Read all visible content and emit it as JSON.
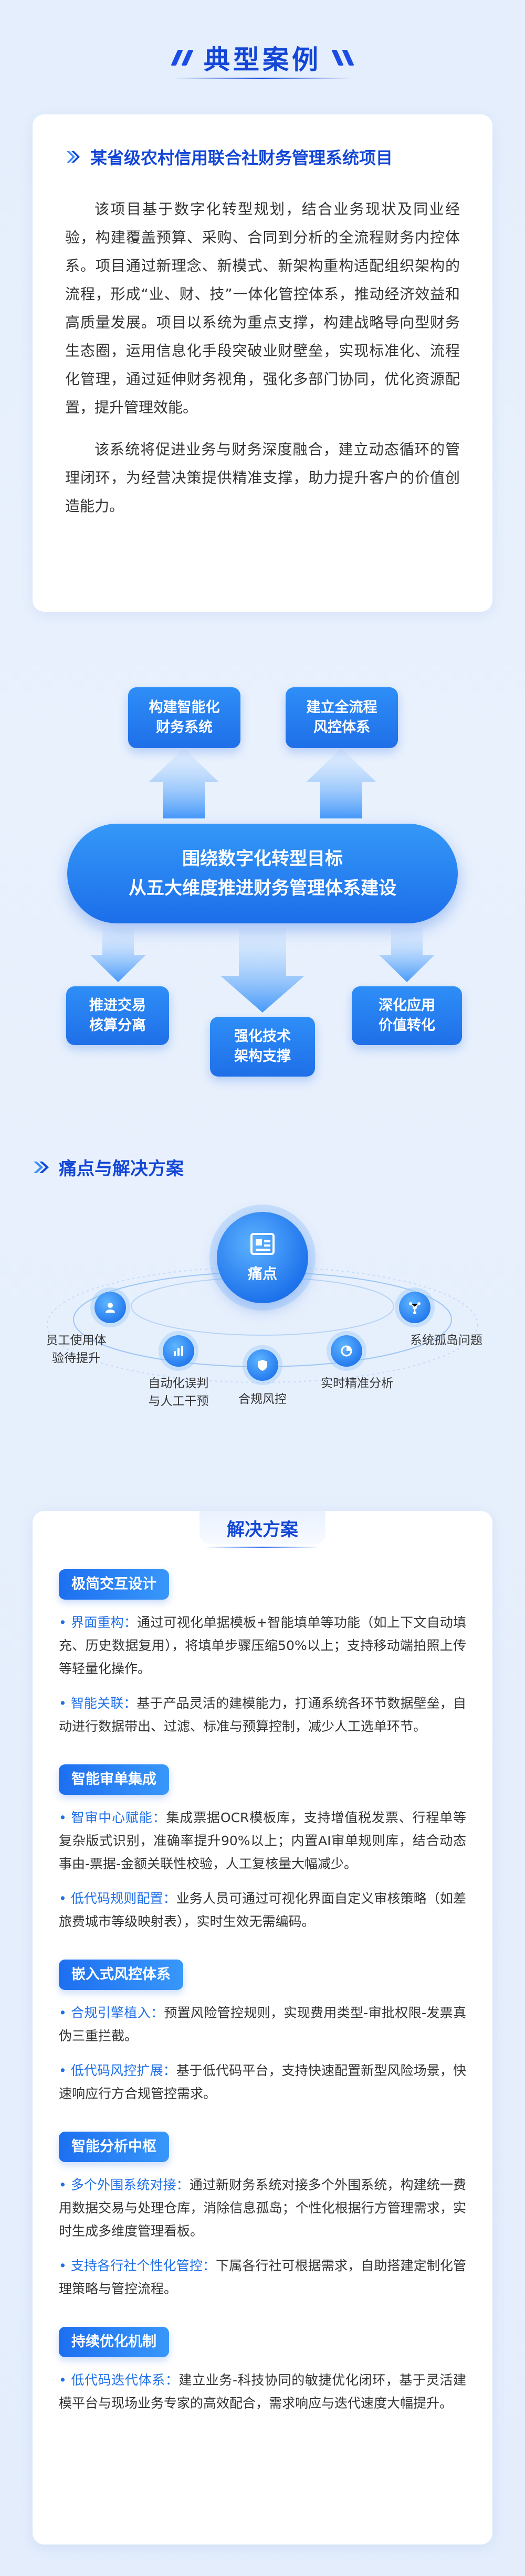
{
  "header": {
    "title": "典型案例"
  },
  "project": {
    "title": "某省级农村信用联合社财务管理系统项目",
    "paragraphs": [
      "该项目基于数字化转型规划，结合业务现状及同业经验，构建覆盖预算、采购、合同到分析的全流程财务内控体系。项目通过新理念、新模式、新架构重构适配组织架构的流程，形成“业、财、技”一体化管控体系，推动经济效益和高质量发展。项目以系统为重点支撑，构建战略导向型财务生态圈，运用信息化手段突破业财壁垒，实现标准化、流程化管理，通过延伸财务视角，强化多部门协同，优化资源配置，提升管理效能。",
      "该系统将促进业务与财务深度融合，建立动态循环的管理闭环，为经营决策提供精准支撑，助力提升客户的价值创造能力。"
    ]
  },
  "diagram": {
    "top_left": "构建智能化\n财务系统",
    "top_right": "建立全流程\n风控体系",
    "center": "围绕数字化转型目标\n从五大维度推进财务管理体系建设",
    "bottom_left": "推进交易\n核算分离",
    "bottom_mid": "强化技术\n架构支撑",
    "bottom_right": "深化应用\n价值转化"
  },
  "pain": {
    "title": "痛点与解决方案",
    "core": "痛点",
    "nodes": [
      {
        "label": "员工使用体\n验待提升",
        "icon": "user-icon"
      },
      {
        "label": "自动化误判\n与人工干预",
        "icon": "chart-icon"
      },
      {
        "label": "合规风控",
        "icon": "shield-icon"
      },
      {
        "label": "实时精准分析",
        "icon": "analytics-icon"
      },
      {
        "label": "系统孤岛问题",
        "icon": "network-icon"
      }
    ]
  },
  "solution": {
    "title": "解决方案",
    "sections": [
      {
        "tag": "极简交互设计",
        "items": [
          {
            "key": "界面重构：",
            "text": "通过可视化单据模板+智能填单等功能（如上下文自动填充、历史数据复用），将填单步骤压缩50%以上；支持移动端拍照上传等轻量化操作。"
          },
          {
            "key": "智能关联：",
            "text": "基于产品灵活的建模能力，打通系统各环节数据壁垒，自动进行数据带出、过滤、标准与预算控制，减少人工选单环节。"
          }
        ]
      },
      {
        "tag": "智能审单集成",
        "items": [
          {
            "key": "智审中心赋能：",
            "text": "集成票据OCR模板库，支持增值税发票、行程单等复杂版式识别，准确率提升90%以上；内置AI审单规则库，结合动态事由-票据-金额关联性校验，人工复核量大幅减少。"
          },
          {
            "key": "低代码规则配置：",
            "text": "业务人员可通过可视化界面自定义审核策略（如差旅费城市等级映射表），实时生效无需编码。"
          }
        ]
      },
      {
        "tag": "嵌入式风控体系",
        "items": [
          {
            "key": "合规引擎植入：",
            "text": "预置风险管控规则，实现费用类型-审批权限-发票真伪三重拦截。"
          },
          {
            "key": "低代码风控扩展：",
            "text": "基于低代码平台，支持快速配置新型风险场景，快速响应行方合规管控需求。"
          }
        ]
      },
      {
        "tag": "智能分析中枢",
        "items": [
          {
            "key": "多个外围系统对接：",
            "text": "通过新财务系统对接多个外围系统，构建统一费用数据交易与处理仓库，消除信息孤岛；个性化根据行方管理需求，实时生成多维度管理看板。"
          },
          {
            "key": "支持各行社个性化管控：",
            "text": "下属各行社可根据需求，自助搭建定制化管理策略与管控流程。"
          }
        ]
      },
      {
        "tag": "持续优化机制",
        "items": [
          {
            "key": "低代码迭代体系：",
            "text": "建立业务-科技协同的敏捷优化闭环，基于灵活建模平台与现场业务专家的高效配合，需求响应与迭代速度大幅提升。"
          }
        ]
      }
    ]
  }
}
